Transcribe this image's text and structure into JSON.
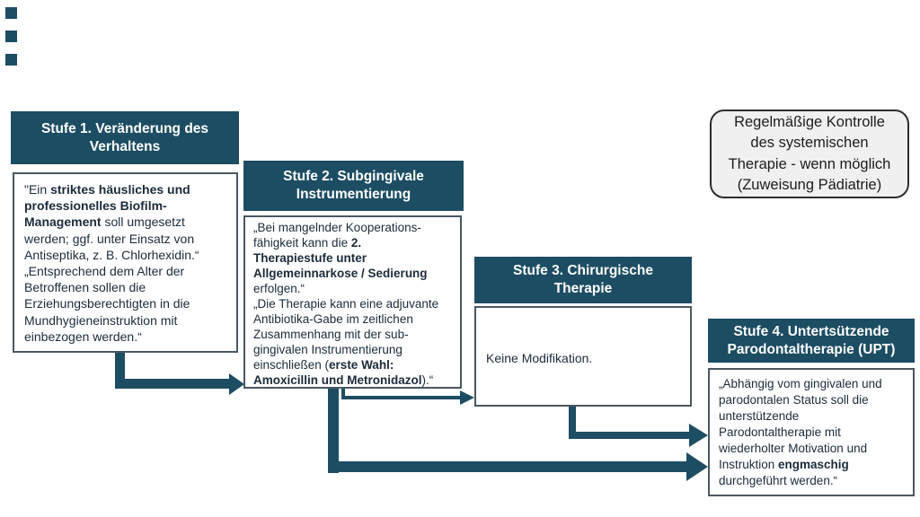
{
  "colors": {
    "accent": "#1d4d63",
    "body_text": "#1c2b3a",
    "box_border": "#4a5761",
    "note_background": "#f0f0f0",
    "note_border": "#2d2d2d"
  },
  "decor": {
    "square_count": 3,
    "square_color": "#1d4d63"
  },
  "note": {
    "text": "Regelmäßige Kontrolle\ndes systemischen\nTherapie - wenn möglich\n(Zuweisung Pädiatrie)"
  },
  "stages": [
    {
      "header": "Stufe 1. Veränderung des\nVerhaltens",
      "body": [
        {
          "t": "\"Ein ",
          "b": false
        },
        {
          "t": "striktes häusliches und\nprofessionelles Biofilm-\nManagement",
          "b": true
        },
        {
          "t": " soll umgesetzt\nwerden; ggf. unter Einsatz von\nAntiseptika, z. B. Chlorhexidin.“\n„Entsprechend dem Alter der\nBetroffenen sollen die\nErziehungsberechtigten in die\nMundhygieneinstruktion mit\neinbezogen werden.“",
          "b": false
        }
      ]
    },
    {
      "header": "Stufe 2. Subgingivale\nInstrumentierung",
      "body": [
        {
          "t": "„Bei mangelnder Kooperations-\nfähigkeit kann die ",
          "b": false
        },
        {
          "t": "2.\nTherapiestufe unter\nAllgemeinnarkose / Sedierung",
          "b": true
        },
        {
          "t": "\nerfolgen.“\n„Die Therapie kann eine adjuvante\nAntibiotika-Gabe im zeitlichen\nZusammenhang mit der sub-\ngingivalen Instrumentierung\neinschließen (",
          "b": false
        },
        {
          "t": "erste Wahl:\nAmoxicillin und Metronidazol",
          "b": true
        },
        {
          "t": ").“",
          "b": false
        }
      ]
    },
    {
      "header": "Stufe 3. Chirurgische\nTherapie",
      "body_plain": "Keine Modifikation."
    },
    {
      "header": "Stufe 4. Untertsützende\nParodontaltherapie (UPT)",
      "body": [
        {
          "t": "„Abhängig vom gingivalen und\nparodontalen Status soll die\nunterstützende\nParodontaltherapie mit\nwiederholter Motivation und\nInstruktion ",
          "b": false
        },
        {
          "t": "engmaschig",
          "b": true
        },
        {
          "t": "\ndurchgeführt werden.“",
          "b": false
        }
      ]
    }
  ]
}
